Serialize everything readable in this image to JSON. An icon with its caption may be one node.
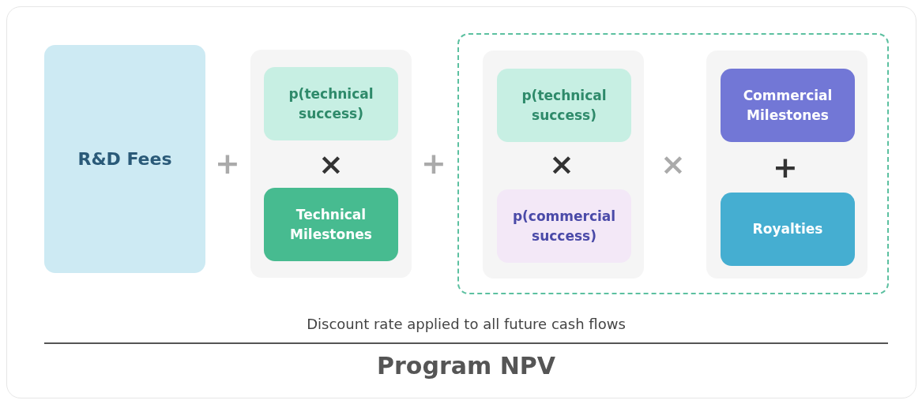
{
  "diagram": {
    "caption": "Program NPV",
    "nodes": [
      {
        "text": [
          "R&D Fees"
        ]
      },
      {
        "text": [],
        "shape": "box"
      },
      {
        "text": [
          "p(technical success)"
        ],
        "in": 1
      },
      {
        "text": [
          "Technical Milestones"
        ],
        "in": 1
      },
      {
        "text": [],
        "shape": "box"
      },
      {
        "text": [],
        "shape": "box",
        "in": 4
      },
      {
        "text": [
          "p(technical success)"
        ],
        "in": 5
      },
      {
        "text": [
          "p(commercial success)"
        ],
        "in": 5
      },
      {
        "text": [],
        "shape": "box",
        "in": 4
      },
      {
        "text": [
          "Commercial Milestones"
        ],
        "in": 8
      },
      {
        "text": [
          "Royalties"
        ],
        "in": 8
      }
    ],
    "labels": [
      "+",
      "×",
      "+",
      "×",
      "×",
      "+",
      "Discount rate applied to all future cash flows"
    ]
  }
}
